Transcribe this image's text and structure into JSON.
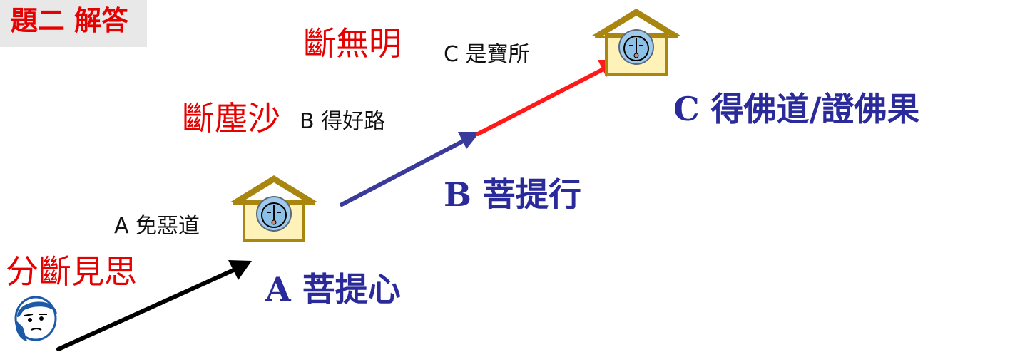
{
  "title": "題二 解答",
  "stages": {
    "a": {
      "label": "A 菩提心",
      "note": "A 免惡道",
      "cut": "分斷見思"
    },
    "b": {
      "label": "B 菩提行",
      "note": "B 得好路",
      "cut": "斷塵沙"
    },
    "c": {
      "label": "C 得佛道/證佛果",
      "note": "C 是寶所",
      "cut": "斷無明"
    }
  },
  "colors": {
    "title": "#e60000",
    "cut_text": "#e60000",
    "stage_text": "#2a2a9a",
    "arrow_a": "#000000",
    "arrow_b": "#3a3a9a",
    "arrow_c": "#ff1a1a",
    "house_wall": "#fff2b8",
    "house_roof": "#a8860f",
    "face": "#9ec9ea"
  },
  "icons": {
    "person": "person-face-icon",
    "house_a": "house-icon",
    "house_c": "house-icon"
  }
}
